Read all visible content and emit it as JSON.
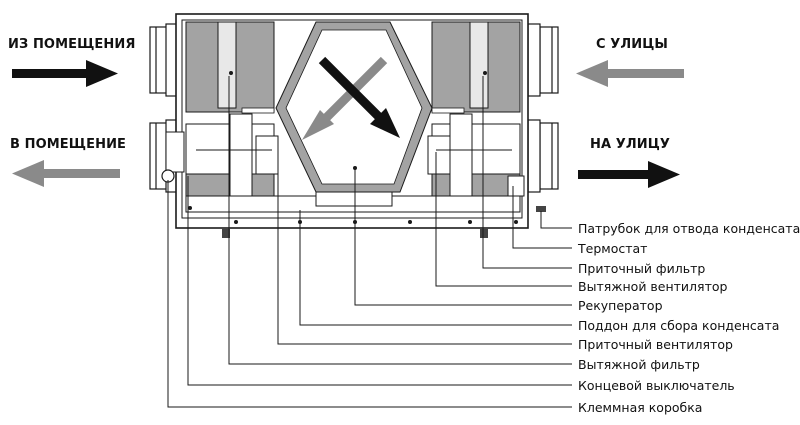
{
  "flows": {
    "from_room": "ИЗ ПОМЕЩЕНИЯ",
    "to_room": "В ПОМЕЩЕНИЕ",
    "from_street": "С УЛИЦЫ",
    "to_street": "НА УЛИЦУ"
  },
  "callouts": [
    "Патрубок для отвода конденсата",
    "Термостат",
    "Приточный фильтр",
    "Вытяжной вентилятор",
    "Рекуператор",
    "Поддон для сбора конденсата",
    "Приточный вентилятор",
    "Вытяжной фильтр",
    "Концевой выключатель",
    "Клеммная коробка"
  ],
  "colors": {
    "body_gray": "#a3a3a3",
    "line": "#1a1a1a",
    "arrow_dark": "#111111",
    "arrow_light": "#8a8a8a"
  }
}
